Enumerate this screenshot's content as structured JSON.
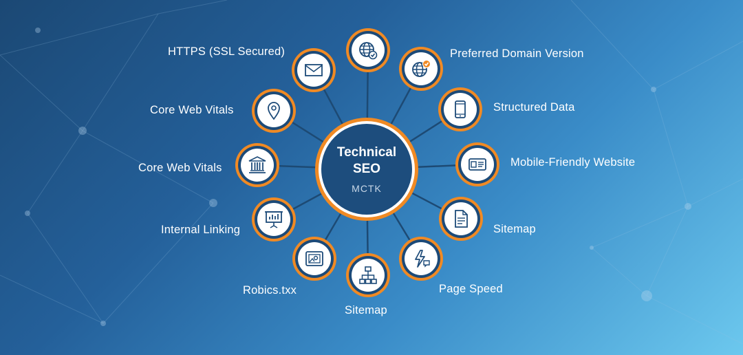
{
  "hub": {
    "title_line1": "Technical",
    "title_line2": "SEO",
    "subtitle": "MCTK"
  },
  "colors": {
    "accent": "#f08a24",
    "navy": "#1c4a78",
    "line": "#1d4a74"
  },
  "nodes": [
    {
      "icon": "globe-check-icon",
      "label": ""
    },
    {
      "icon": "globe-badge-icon",
      "label": "Preferred Domain Version"
    },
    {
      "icon": "smartphone-icon",
      "label": "Structured Data"
    },
    {
      "icon": "id-card-icon",
      "label": "Mobile-Friendly Website"
    },
    {
      "icon": "document-icon",
      "label": "Sitemap"
    },
    {
      "icon": "lightning-chat-icon",
      "label": "Page Speed"
    },
    {
      "icon": "sitemap-tree-icon",
      "label": "Sitemap"
    },
    {
      "icon": "image-frame-icon",
      "label": "Robics.txx"
    },
    {
      "icon": "presentation-board-icon",
      "label": "Internal Linking"
    },
    {
      "icon": "building-icon",
      "label": "Core Web Vitals"
    },
    {
      "icon": "location-pin-icon",
      "label": "Core Web Vitals"
    },
    {
      "icon": "email-icon",
      "label": "HTTPS (SSL Secured)"
    }
  ]
}
